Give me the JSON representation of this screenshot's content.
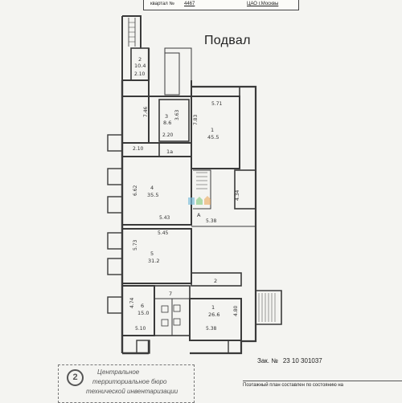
{
  "header": {
    "kvartal_label": "квартал №",
    "kvartal_number": "4467",
    "district": "ЦАО г.Москвы"
  },
  "title": "Подвал",
  "rooms": [
    {
      "id": "2",
      "area": "10.4"
    },
    {
      "id": "3",
      "area": "8.6"
    },
    {
      "id": "1а",
      "area": ""
    },
    {
      "id": "4",
      "area": "35.5"
    },
    {
      "id": "5",
      "area": "31.2"
    },
    {
      "id": "1",
      "area": "45.5"
    },
    {
      "id": "6",
      "area": "15.0"
    },
    {
      "id": "7",
      "area": ""
    },
    {
      "id": "1",
      "area": "26.6"
    },
    {
      "id": "2",
      "area": ""
    },
    {
      "id": "А",
      "area": ""
    }
  ],
  "dimensions": [
    "2.10",
    "7.46",
    "3.63",
    "2.20",
    "2.10",
    "5.71",
    "7.83",
    "6.62",
    "5.43",
    "4.34",
    "5.38",
    "5.73",
    "5.45",
    "4.74",
    "5.10",
    "4.80",
    "5.38"
  ],
  "zak": {
    "label": "Зак. №",
    "number": "23 10 301037"
  },
  "plan_note": "Поэтажный план составлен по состоянию на",
  "stamp": {
    "number": "2",
    "lines": [
      "Центральное",
      "территориальное бюро",
      "технической инвентаризации"
    ]
  },
  "colors": {
    "line": "#3a3a3a",
    "background": "#f4f4f1",
    "watermark": "#5aa7c9"
  }
}
